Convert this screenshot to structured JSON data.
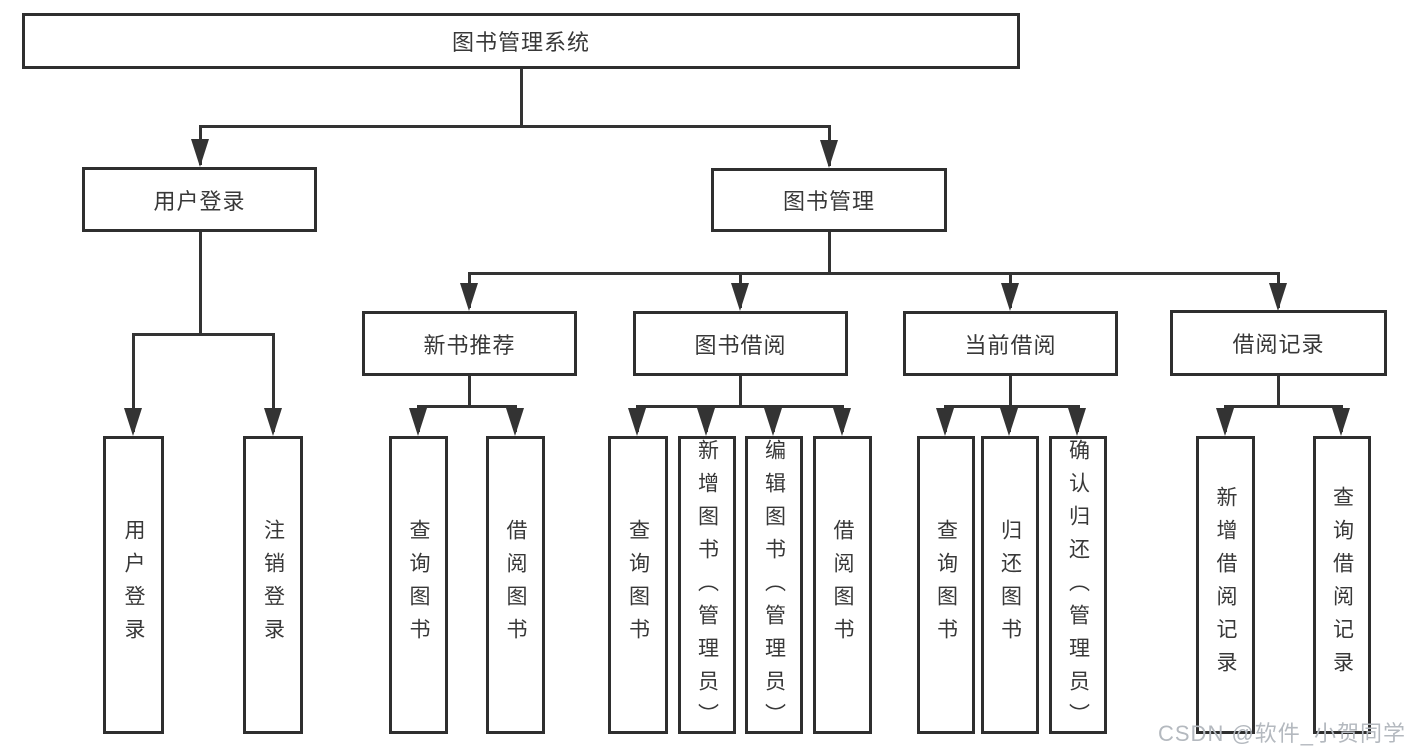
{
  "diagram": {
    "type": "hierarchy-tree",
    "title": "图书管理系统",
    "watermark": "CSDN @软件_小贺同学",
    "colors": {
      "line": "#333333",
      "box_border": "#2f2f2f",
      "text": "#383838",
      "box_background": "#ffffff",
      "page_background": "#ffffff",
      "watermark": "#b4b9bf"
    },
    "nodes": {
      "root": {
        "label": "图书管理系统"
      },
      "user_login": {
        "label": "用户登录"
      },
      "book_mgmt": {
        "label": "图书管理"
      },
      "new_book_rec": {
        "label": "新书推荐"
      },
      "book_borrow": {
        "label": "图书借阅"
      },
      "current_borrow": {
        "label": "当前借阅"
      },
      "borrow_record": {
        "label": "借阅记录"
      },
      "ul_login": {
        "label": "用户登录"
      },
      "ul_logout": {
        "label": "注销登录"
      },
      "nbr_query": {
        "label": "查询图书"
      },
      "nbr_borrow": {
        "label": "借阅图书"
      },
      "bb_query": {
        "label": "查询图书"
      },
      "bb_add": {
        "label": "新增图书（管理员）"
      },
      "bb_edit": {
        "label": "编辑图书（管理员）"
      },
      "bb_borrow": {
        "label": "借阅图书"
      },
      "cb_query": {
        "label": "查询图书"
      },
      "cb_return": {
        "label": "归还图书"
      },
      "cb_confirm": {
        "label": "确认归还（管理员）"
      },
      "br_add": {
        "label": "新增借阅记录"
      },
      "br_query": {
        "label": "查询借阅记录"
      }
    },
    "hierarchy": {
      "图书管理系统": {
        "用户登录": [
          "用户登录",
          "注销登录"
        ],
        "图书管理": {
          "新书推荐": [
            "查询图书",
            "借阅图书"
          ],
          "图书借阅": [
            "查询图书",
            "新增图书（管理员）",
            "编辑图书（管理员）",
            "借阅图书"
          ],
          "当前借阅": [
            "查询图书",
            "归还图书",
            "确认归还（管理员）"
          ],
          "借阅记录": [
            "新增借阅记录",
            "查询借阅记录"
          ]
        }
      }
    }
  }
}
